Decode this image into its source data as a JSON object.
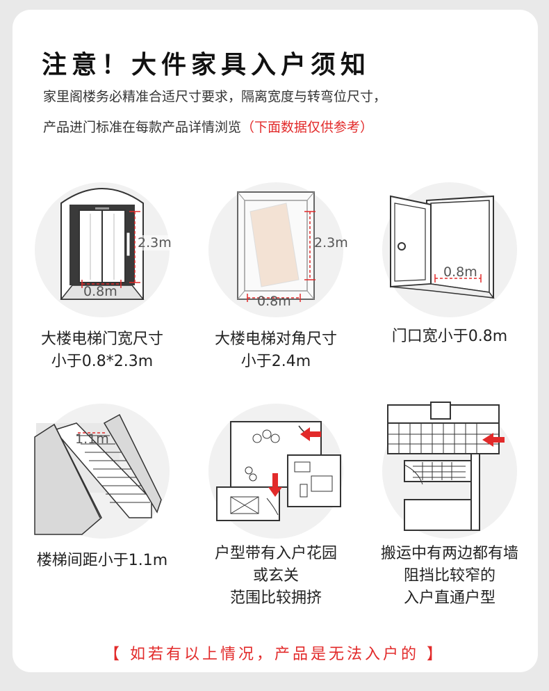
{
  "header": {
    "title": "注意！大件家具入户须知",
    "line1": "家里阁楼务必精准合适尺寸要求，隔离宽度与转弯位尺寸，",
    "line2_prefix": "产品进门标准在每款产品详情浏览",
    "line2_note": "（下面数据仅供参考）"
  },
  "items": [
    {
      "caption1": "大楼电梯门宽尺寸",
      "caption2": "小于0.8*2.3m",
      "dims": [
        "2.3m",
        "0.8m"
      ]
    },
    {
      "caption1": "大楼电梯对角尺寸",
      "caption2": "小于2.4m",
      "dims": [
        "2.3m",
        "0.8m"
      ]
    },
    {
      "caption1": "门口宽小于0.8m",
      "dims": [
        "0.8m"
      ]
    },
    {
      "caption1": "楼梯间距小于1.1m",
      "dims": [
        "1.1m"
      ]
    },
    {
      "caption1": "户型带有入户花园",
      "caption2": "或玄关",
      "caption3": "范围比较拥挤"
    },
    {
      "caption1": "搬运中有两边都有墙",
      "caption2": "阻挡比较窄的",
      "caption3": "入户直通户型"
    }
  ],
  "footer": "【 如若有以上情况，产品是无法入户的 】",
  "colors": {
    "accent": "#e22a2a",
    "background": "#ffffff",
    "circle": "#f1f1f1"
  }
}
